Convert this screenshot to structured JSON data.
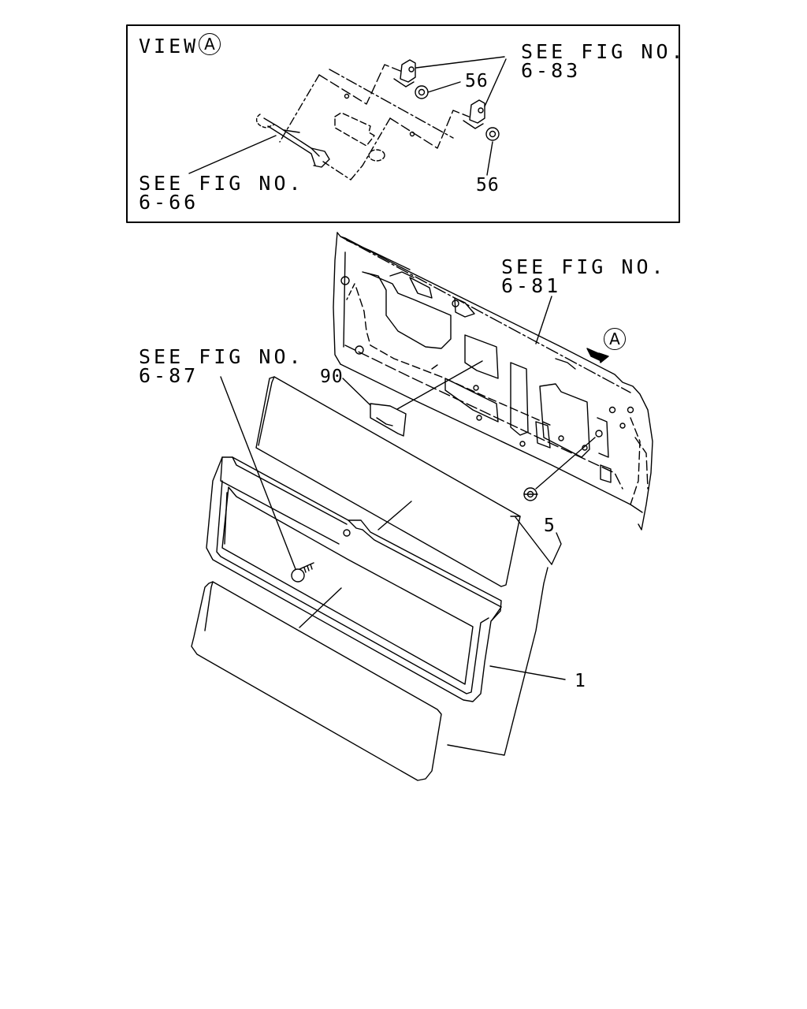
{
  "view_box": {
    "title": "VIEW",
    "title_marker": "A",
    "ref_6_83": {
      "line1": "SEE FIG NO.",
      "line2": "6-83"
    },
    "ref_6_66": {
      "line1": "SEE FIG NO.",
      "line2": "6-66"
    },
    "callouts": {
      "nut_upper": "56",
      "nut_lower": "56"
    }
  },
  "main": {
    "ref_6_81": {
      "line1": "SEE FIG NO.",
      "line2": "6-81"
    },
    "ref_6_87": {
      "line1": "SEE FIG NO.",
      "line2": "6-87"
    },
    "view_marker": "A",
    "callouts": {
      "label_90": "90",
      "clip_5": "5",
      "trim_1": "1"
    }
  }
}
